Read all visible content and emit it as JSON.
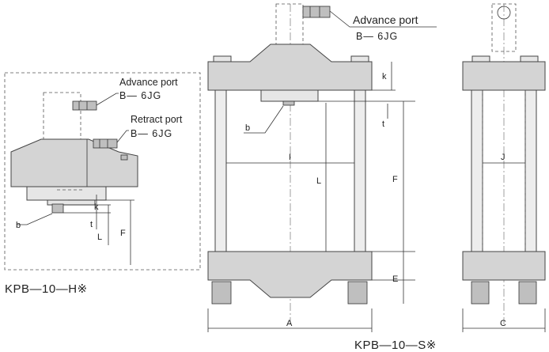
{
  "views": {
    "detail_h": {
      "title": "KPB—10—H※",
      "advance_port": "Advance port",
      "advance_code": "B— 6JG",
      "retract_port": "Retract port",
      "retract_code": "B— 6JG",
      "dim_b": "b",
      "dim_k": "k",
      "dim_t": "t",
      "dim_l": "L",
      "dim_f": "F"
    },
    "front_s": {
      "advance_port": "Advance port",
      "advance_code": "B— 6JG",
      "dim_k": "k",
      "dim_t": "t",
      "dim_b": "b",
      "dim_i": "I",
      "dim_l": "L",
      "dim_f": "F",
      "dim_e": "E",
      "dim_a": "A"
    },
    "side_s": {
      "dim_j": "J",
      "dim_c": "C"
    },
    "main_title": "KPB—10—S※"
  }
}
